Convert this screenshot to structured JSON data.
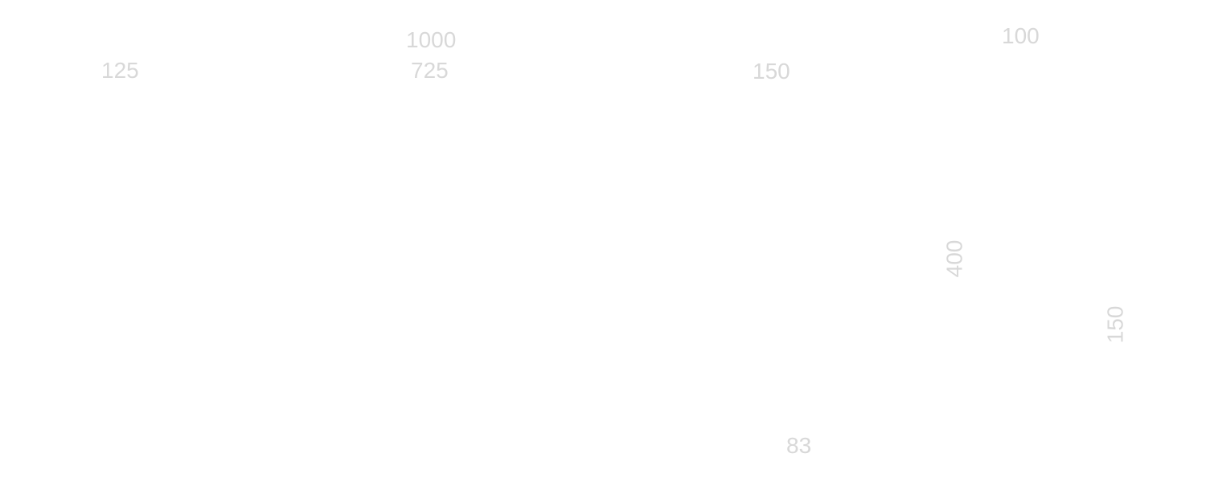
{
  "colors": {
    "background": "#ffffff",
    "label_text": "#d8d8d8"
  },
  "labels": [
    {
      "text": "125",
      "orientation": "horizontal"
    },
    {
      "text": "1000",
      "orientation": "horizontal"
    },
    {
      "text": "725",
      "orientation": "horizontal"
    },
    {
      "text": "150",
      "orientation": "horizontal"
    },
    {
      "text": "100",
      "orientation": "horizontal"
    },
    {
      "text": "400",
      "orientation": "vertical"
    },
    {
      "text": "150",
      "orientation": "vertical"
    },
    {
      "text": "83",
      "orientation": "horizontal"
    }
  ]
}
